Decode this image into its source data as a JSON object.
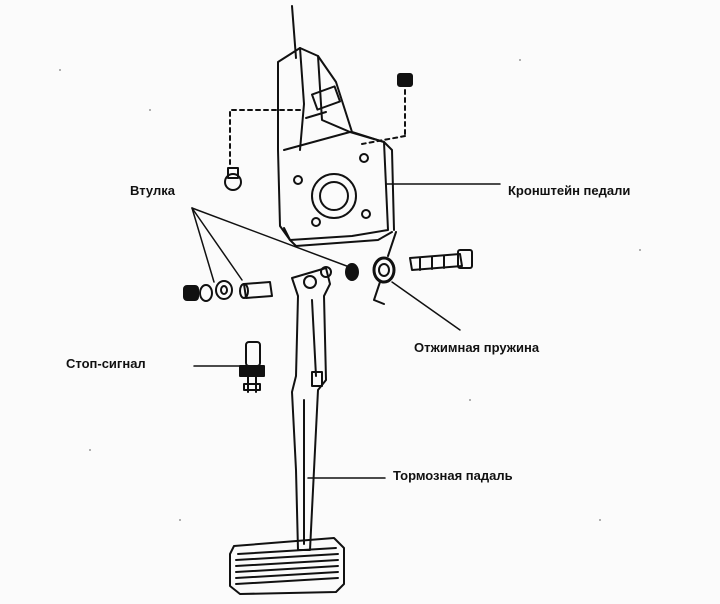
{
  "labels": {
    "bushing": "Втулка",
    "bracket": "Кронштейн педали",
    "return_spring": "Отжимная пружина",
    "stop_light": "Стоп-сигнал",
    "brake_pedal": "Тормозная падаль"
  },
  "colors": {
    "ink": "#111111",
    "paper": "#fbfbfb"
  }
}
